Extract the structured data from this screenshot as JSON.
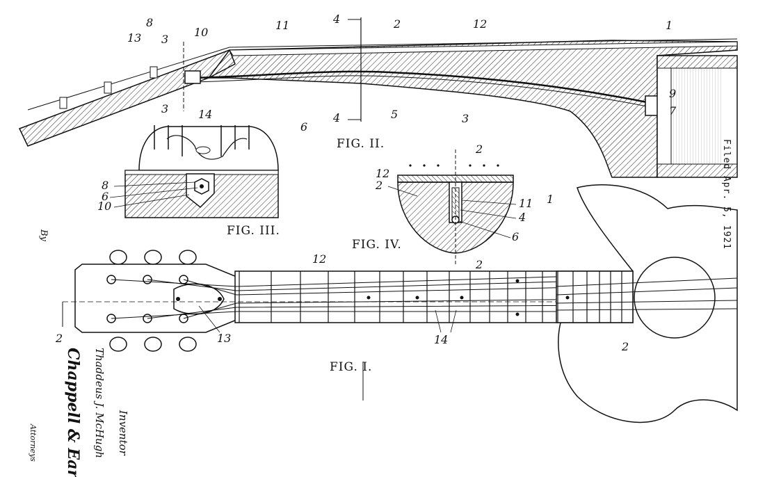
{
  "filed_note": "Filed Apr. 5, 1921",
  "figures": {
    "fig1": "FIG. I.",
    "fig2": "FIG. II.",
    "fig3": "FIG. III.",
    "fig4": "FIG. IV."
  },
  "signatures": {
    "inventor_name": "Thaddeus J. McHugh",
    "inventor_label": "Inventor",
    "by_label": "By",
    "attorney_signature": "Chappell & Earl",
    "attorneys_label": "Attorneys"
  },
  "reference_numerals": {
    "r1": "1",
    "r2": "2",
    "r3": "3",
    "r4": "4",
    "r5": "5",
    "r6": "6",
    "r7": "7",
    "r8": "8",
    "r9": "9",
    "r10": "10",
    "r11": "11",
    "r12": "12",
    "r13": "13",
    "r14": "14"
  },
  "colors": {
    "ink": "#111111",
    "paper": "#ffffff"
  }
}
